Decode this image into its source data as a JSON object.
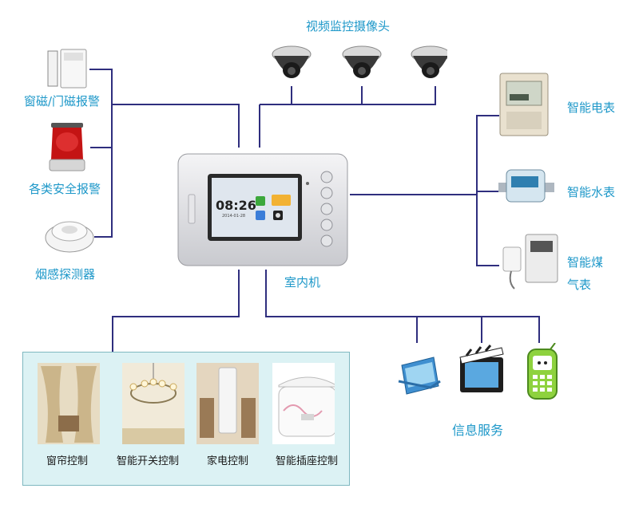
{
  "title_cameras": "视频监控摄像头",
  "indoor_unit": {
    "label": "室内机",
    "time": "08:26",
    "date": "2014-01-28"
  },
  "left_devices": [
    {
      "name": "window_door_sensor",
      "label": "窗磁/门磁报警"
    },
    {
      "name": "security_alarm",
      "label": "各类安全报警"
    },
    {
      "name": "smoke_detector",
      "label": "烟感探测器"
    }
  ],
  "right_devices": [
    {
      "name": "smart_electric_meter",
      "label": "智能电表"
    },
    {
      "name": "smart_water_meter",
      "label": "智能水表"
    },
    {
      "name": "smart_gas_meter",
      "label_line1": "智能煤",
      "label_line2": "气表"
    }
  ],
  "home_control": [
    {
      "name": "curtain",
      "label": "窗帘控制"
    },
    {
      "name": "light_switch",
      "label": "智能开关控制"
    },
    {
      "name": "appliance",
      "label": "家电控制"
    },
    {
      "name": "smart_socket",
      "label": "智能插座控制"
    }
  ],
  "info_service": {
    "label": "信息服务"
  },
  "colors": {
    "wire": "#2f2e7e",
    "label_cyan": "#1e98c9",
    "panel_bg": "#dcf2f4",
    "panel_border": "#7fb8c0"
  }
}
